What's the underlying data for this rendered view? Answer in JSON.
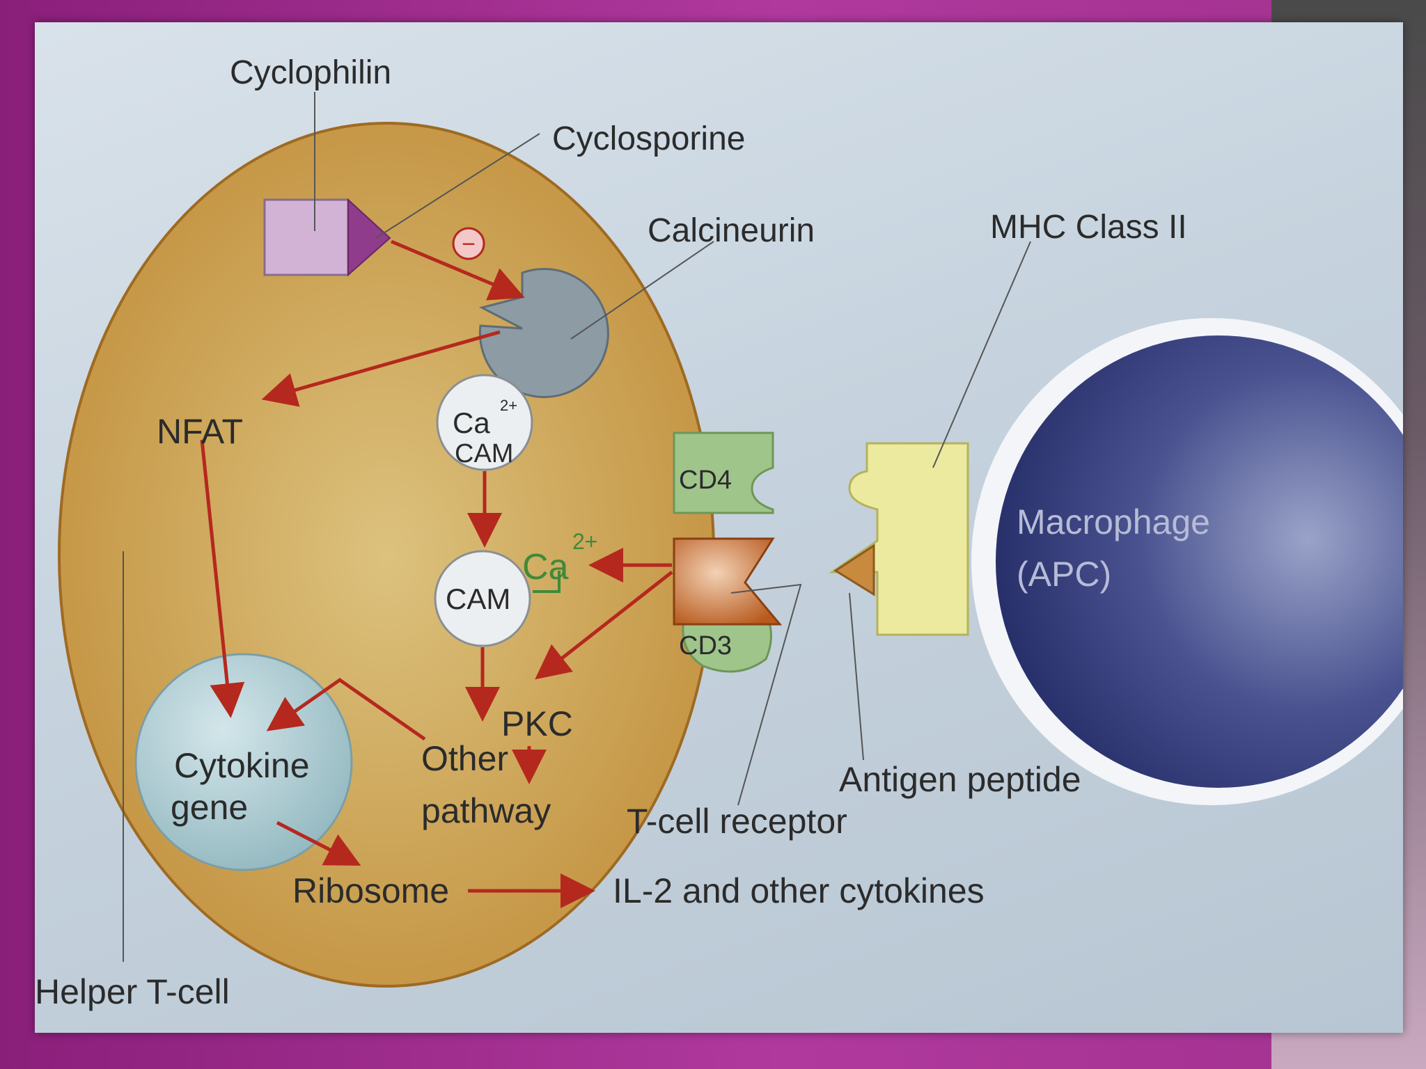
{
  "diagram": {
    "labels": {
      "cyclophilin": "Cyclophilin",
      "cyclosporine": "Cyclosporine",
      "calcineurin": "Calcineurin",
      "mhc_class_ii": "MHC Class II",
      "nfat": "NFAT",
      "ca_complex": "Ca",
      "ca_complex_sup": "2+",
      "cam_complex": "CAM",
      "cd4": "CD4",
      "cd3": "CD3",
      "ca_ion": "Ca",
      "ca_ion_sup": "2+",
      "cam": "CAM",
      "pkc": "PKC",
      "other": "Other",
      "pathway": "pathway",
      "cytokine": "Cytokine",
      "gene": "gene",
      "ribosome": "Ribosome",
      "il2": "IL-2 and other cytokines",
      "t_cell_receptor": "T-cell receptor",
      "antigen_peptide": "Antigen peptide",
      "macrophage": "Macrophage",
      "apc": "(APC)",
      "helper_t_cell": "Helper T-cell",
      "inhibit_symbol": "−"
    },
    "colors": {
      "cell": "#c99a4a",
      "macrophage": "#2f3a7a",
      "arrow": "#b5281e",
      "cd": "#9ec58a",
      "mhc": "#e9e79a",
      "tcr": "#c66a2a",
      "cyclophilin": "#c9a8cf",
      "cyclosporine": "#8c3a8a",
      "calcineurin": "#8c9aa3",
      "nucleus": "#a9c9cf"
    }
  }
}
